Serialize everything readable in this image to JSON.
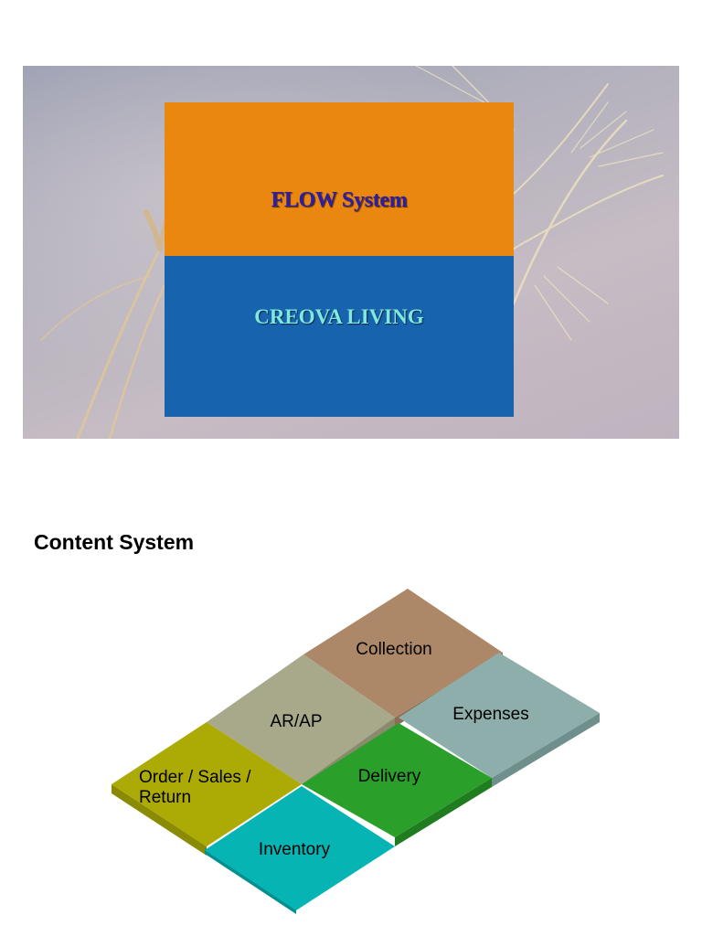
{
  "slide": {
    "title": "FLOW System",
    "subtitle": "CREOVA LIVING",
    "colors": {
      "top_panel": "#ea870f",
      "bottom_panel": "#1763ad",
      "title_text": "#2a1fa6",
      "subtitle_text": "#7fe9dc"
    }
  },
  "content": {
    "heading": "Content System",
    "tiles": [
      {
        "name": "collection",
        "label": "Collection",
        "color": "#ad8868"
      },
      {
        "name": "ar-ap",
        "label": "AR/AP",
        "color": "#a8a98a"
      },
      {
        "name": "expenses",
        "label": "Expenses",
        "color": "#8eaeac"
      },
      {
        "name": "order-sales-return",
        "label_lines": [
          "Order / Sales /",
          "Return"
        ],
        "color": "#acab05"
      },
      {
        "name": "delivery",
        "label": "Delivery",
        "color": "#2aa02a"
      },
      {
        "name": "inventory",
        "label": "Inventory",
        "color": "#06b4b4"
      }
    ]
  }
}
